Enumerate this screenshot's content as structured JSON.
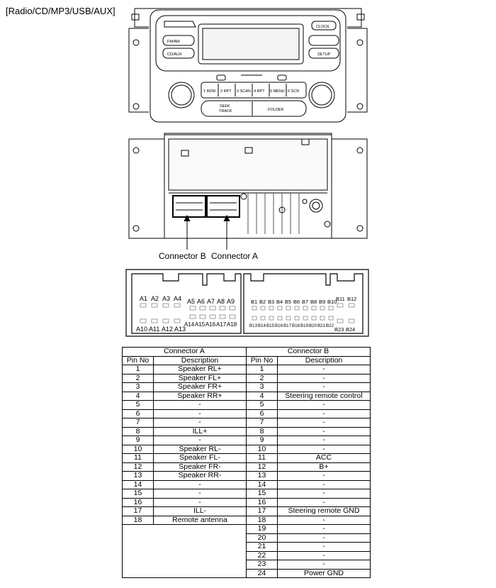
{
  "heading": "[Radio/CD/MP3/USB/AUX]",
  "front_panel": {
    "buttons_left": [
      "FM/AM",
      "CD/AUX"
    ],
    "buttons_right": [
      "CLOCK",
      "SETUP"
    ],
    "presets": [
      "1 RDM",
      "2 RPT",
      "3 SCAN",
      "4 RPT",
      "5 MENU",
      "6 SCR"
    ],
    "seek_label": "SEEK\nTRACK",
    "seek_top": "SEEK",
    "seek_bottom": "TRACK",
    "folder_label": "FOLDER"
  },
  "connectors": {
    "label_b": "Connector B",
    "label_a": "Connector A"
  },
  "pinout": {
    "a_top": [
      "A1",
      "A2",
      "A3",
      "A4",
      "A5",
      "A6",
      "A7",
      "A8",
      "A9"
    ],
    "a_bottom": [
      "A10",
      "A11",
      "A12",
      "A13",
      "A14",
      "A15",
      "A16",
      "A17",
      "A18"
    ],
    "b_top": [
      "B1",
      "B2",
      "B3",
      "B4",
      "B5",
      "B6",
      "B7",
      "B8",
      "B9",
      "B10",
      "B11",
      "B12"
    ],
    "b_bottom": [
      "B13",
      "B14",
      "B15",
      "B16",
      "B17",
      "B18",
      "B19",
      "B20",
      "B21",
      "B22",
      "B23",
      "B24"
    ]
  },
  "table": {
    "conn_a_title": "Connector A",
    "conn_b_title": "Connector B",
    "col_pin": "Pin No",
    "col_desc": "Description",
    "a_rows": [
      [
        "1",
        "Speaker RL+"
      ],
      [
        "2",
        "Speaker FL+"
      ],
      [
        "3",
        "Speaker FR+"
      ],
      [
        "4",
        "Speaker RR+"
      ],
      [
        "5",
        "-"
      ],
      [
        "6",
        "-"
      ],
      [
        "7",
        "-"
      ],
      [
        "8",
        "ILL+"
      ],
      [
        "9",
        "-"
      ],
      [
        "10",
        "Speaker RL-"
      ],
      [
        "11",
        "Speaker FL-"
      ],
      [
        "12",
        "Speaker FR-"
      ],
      [
        "13",
        "Speaker RR-"
      ],
      [
        "14",
        "-"
      ],
      [
        "15",
        "-"
      ],
      [
        "16",
        "-"
      ],
      [
        "17",
        "ILL-"
      ],
      [
        "18",
        "Remote antenna"
      ]
    ],
    "b_rows": [
      [
        "1",
        "-"
      ],
      [
        "2",
        "-"
      ],
      [
        "3",
        "-"
      ],
      [
        "4",
        "Steering remote control"
      ],
      [
        "5",
        "-"
      ],
      [
        "6",
        "-"
      ],
      [
        "7",
        "-"
      ],
      [
        "8",
        "-"
      ],
      [
        "9",
        "-"
      ],
      [
        "10",
        "-"
      ],
      [
        "11",
        "ACC"
      ],
      [
        "12",
        "B+"
      ],
      [
        "13",
        "-"
      ],
      [
        "14",
        "-"
      ],
      [
        "15",
        "-"
      ],
      [
        "16",
        "-"
      ],
      [
        "17",
        "Steering remote GND"
      ],
      [
        "18",
        "-"
      ],
      [
        "19",
        "-"
      ],
      [
        "20",
        "-"
      ],
      [
        "21",
        "-"
      ],
      [
        "22",
        "-"
      ],
      [
        "23",
        "-"
      ],
      [
        "24",
        "Power GND"
      ]
    ]
  }
}
